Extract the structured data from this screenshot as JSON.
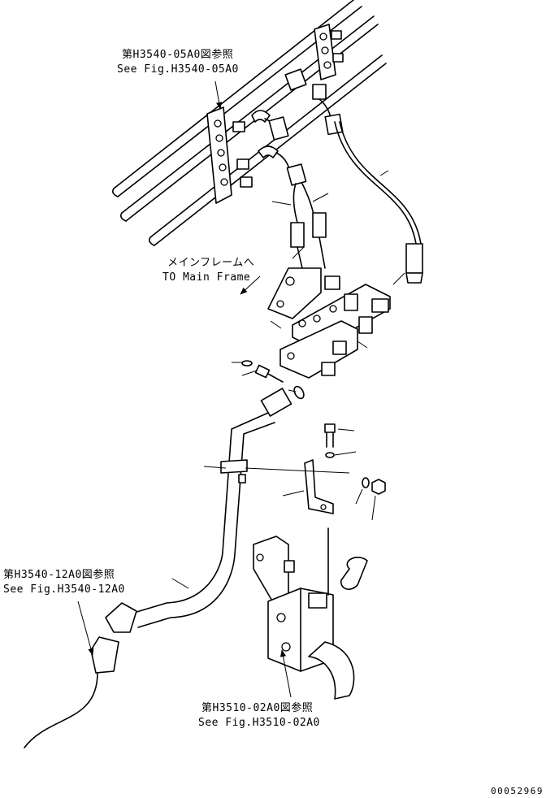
{
  "references": {
    "top": {
      "jp": "第H3540-05A0図参照",
      "en": "See Fig.H3540-05A0"
    },
    "left": {
      "jp": "第H3540-12A0図参照",
      "en": "See Fig.H3540-12A0"
    },
    "bottom": {
      "jp": "第H3510-02A0図参照",
      "en": "See Fig.H3510-02A0"
    }
  },
  "main_frame": {
    "jp": "メインフレームへ",
    "en": "TO Main Frame"
  },
  "drawing_number": "00052969"
}
